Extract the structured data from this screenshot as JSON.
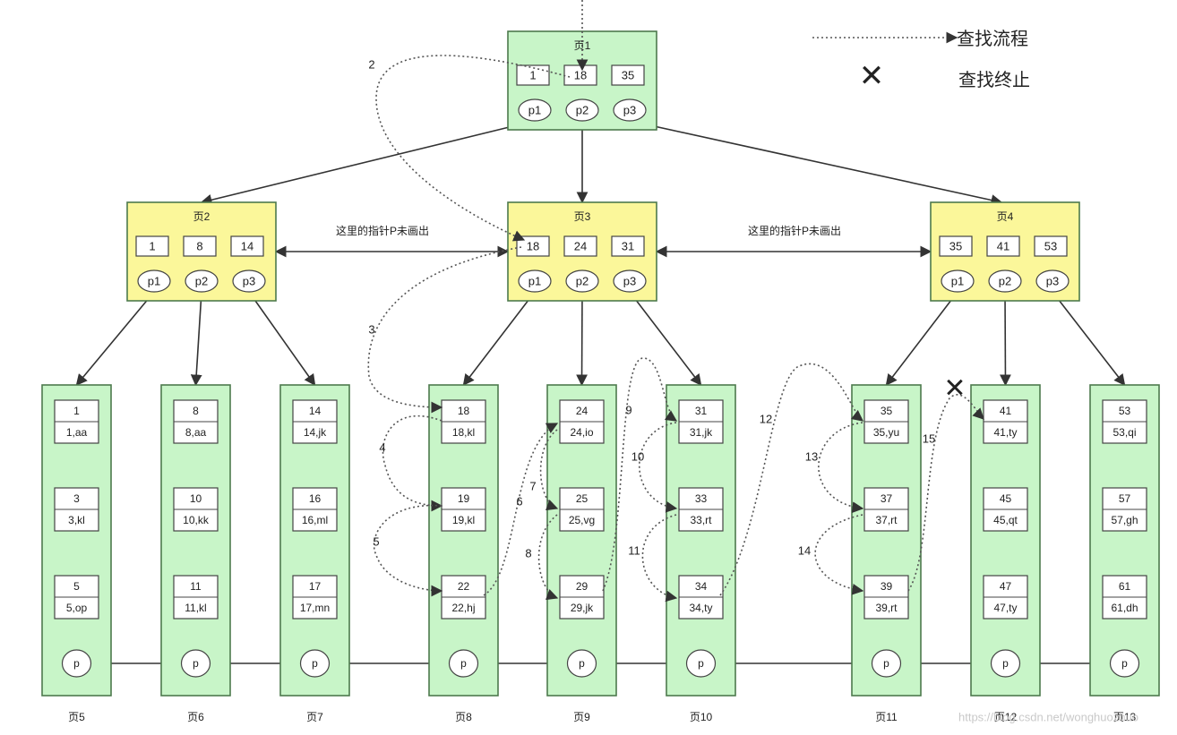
{
  "legend": {
    "flow_label": "查找流程",
    "stop_label": "查找终止",
    "stop_mark": "✕"
  },
  "note_text": "这里的指针P未画出",
  "root": {
    "title": "页1",
    "keys": [
      "1",
      "18",
      "35"
    ],
    "pointers": [
      "p1",
      "p2",
      "p3"
    ]
  },
  "internal_pages": [
    {
      "title": "页2",
      "keys": [
        "1",
        "8",
        "14"
      ],
      "pointers": [
        "p1",
        "p2",
        "p3"
      ]
    },
    {
      "title": "页3",
      "keys": [
        "18",
        "24",
        "31"
      ],
      "pointers": [
        "p1",
        "p2",
        "p3"
      ]
    },
    {
      "title": "页4",
      "keys": [
        "35",
        "41",
        "53"
      ],
      "pointers": [
        "p1",
        "p2",
        "p3"
      ]
    }
  ],
  "leaf_pages": [
    {
      "title": "页5",
      "records": [
        [
          "1",
          "1,aa"
        ],
        [
          "3",
          "3,kl"
        ],
        [
          "5",
          "5,op"
        ]
      ],
      "pointer": "p"
    },
    {
      "title": "页6",
      "records": [
        [
          "8",
          "8,aa"
        ],
        [
          "10",
          "10,kk"
        ],
        [
          "11",
          "11,kl"
        ]
      ],
      "pointer": "p"
    },
    {
      "title": "页7",
      "records": [
        [
          "14",
          "14,jk"
        ],
        [
          "16",
          "16,ml"
        ],
        [
          "17",
          "17,mn"
        ]
      ],
      "pointer": "p"
    },
    {
      "title": "页8",
      "records": [
        [
          "18",
          "18,kl"
        ],
        [
          "19",
          "19,kl"
        ],
        [
          "22",
          "22,hj"
        ]
      ],
      "pointer": "p"
    },
    {
      "title": "页9",
      "records": [
        [
          "24",
          "24,io"
        ],
        [
          "25",
          "25,vg"
        ],
        [
          "29",
          "29,jk"
        ]
      ],
      "pointer": "p"
    },
    {
      "title": "页10",
      "records": [
        [
          "31",
          "31,jk"
        ],
        [
          "33",
          "33,rt"
        ],
        [
          "34",
          "34,ty"
        ]
      ],
      "pointer": "p"
    },
    {
      "title": "页11",
      "records": [
        [
          "35",
          "35,yu"
        ],
        [
          "37",
          "37,rt"
        ],
        [
          "39",
          "39,rt"
        ]
      ],
      "pointer": "p"
    },
    {
      "title": "页12",
      "records": [
        [
          "41",
          "41,ty"
        ],
        [
          "45",
          "45,qt"
        ],
        [
          "47",
          "47,ty"
        ]
      ],
      "pointer": "p"
    },
    {
      "title": "页13",
      "records": [
        [
          "53",
          "53,qi"
        ],
        [
          "57",
          "57,gh"
        ],
        [
          "61",
          "61,dh"
        ]
      ],
      "pointer": "p"
    }
  ],
  "step_labels": [
    "2",
    "3",
    "4",
    "5",
    "6",
    "7",
    "8",
    "9",
    "10",
    "11",
    "12",
    "13",
    "14",
    "15"
  ],
  "watermark": "https://blog.csdn.net/wonghuozhuo"
}
